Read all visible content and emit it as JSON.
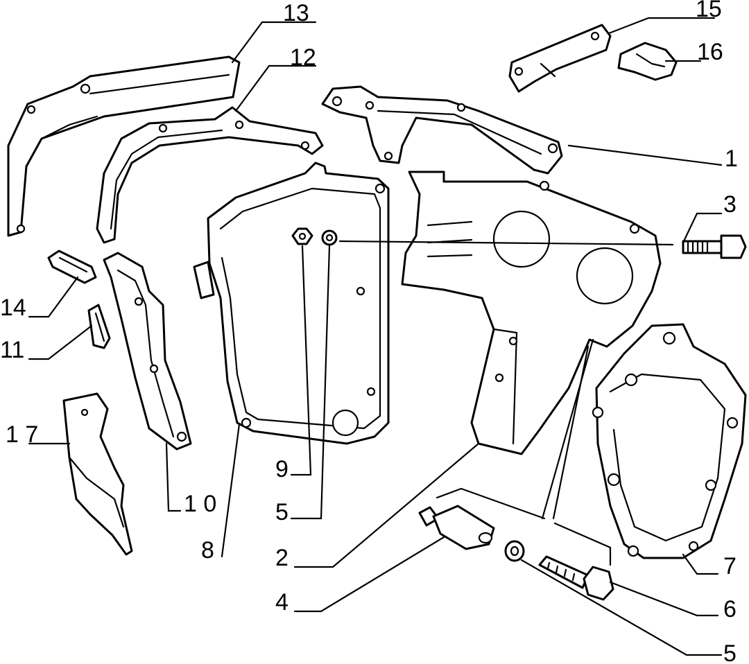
{
  "callouts": [
    {
      "id": "c13",
      "text": "13"
    },
    {
      "id": "c12",
      "text": "12"
    },
    {
      "id": "c15",
      "text": "15"
    },
    {
      "id": "c16",
      "text": "16"
    },
    {
      "id": "c1",
      "text": "1"
    },
    {
      "id": "c3",
      "text": "3"
    },
    {
      "id": "c14",
      "text": "14"
    },
    {
      "id": "c11",
      "text": "11"
    },
    {
      "id": "c17",
      "text": "1 7"
    },
    {
      "id": "c10",
      "text": "1 0"
    },
    {
      "id": "c9",
      "text": "9"
    },
    {
      "id": "c5a",
      "text": "5"
    },
    {
      "id": "c8",
      "text": "8"
    },
    {
      "id": "c2",
      "text": "2"
    },
    {
      "id": "c4",
      "text": "4"
    },
    {
      "id": "c7",
      "text": "7"
    },
    {
      "id": "c6",
      "text": "6"
    },
    {
      "id": "c5b",
      "text": "5"
    }
  ],
  "colors": {
    "ink": "#000000",
    "paper": "#ffffff"
  }
}
